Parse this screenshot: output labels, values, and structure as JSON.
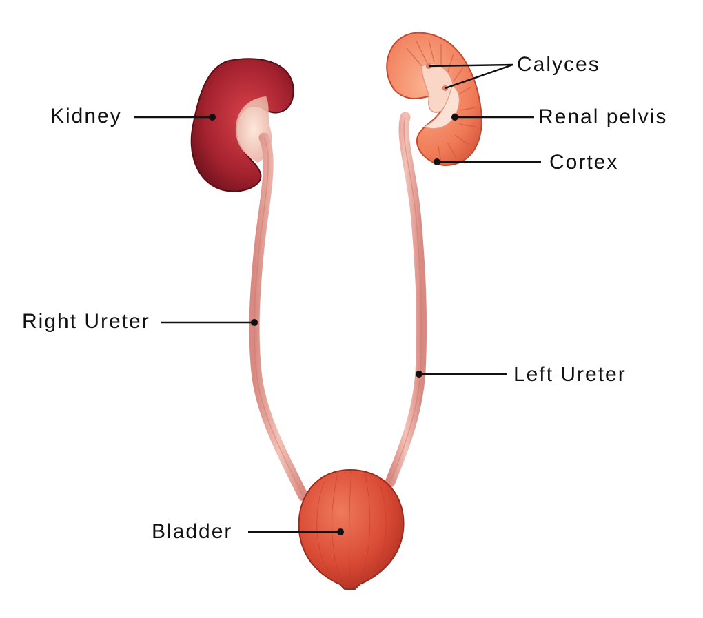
{
  "diagram": {
    "labels": {
      "kidney": "Kidney",
      "right_ureter": "Right Ureter",
      "bladder": "Bladder",
      "calyces": "Calyces",
      "renal_pelvis": "Renal pelvis",
      "cortex": "Cortex",
      "left_ureter": "Left Ureter"
    },
    "colors": {
      "background": "#ffffff",
      "kidney_outer": "#8e1f2a",
      "kidney_section": "#f08a6a",
      "ureter": "#e9a39a",
      "bladder": "#d94a34",
      "leader_line": "#111111"
    }
  }
}
